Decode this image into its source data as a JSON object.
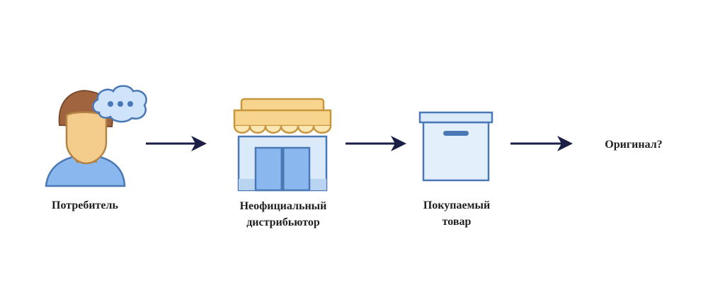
{
  "nodes": {
    "consumer": {
      "label": "Потребитель",
      "icon": "person-thinking-icon"
    },
    "distributor": {
      "label_line1": "Неофициальный",
      "label_line2": "дистрибьютор",
      "icon": "storefront-icon"
    },
    "product": {
      "label_line1": "Покупаемый",
      "label_line2": "товар",
      "icon": "box-icon"
    },
    "question": {
      "label": "Оригинал?"
    }
  },
  "edges": [
    {
      "from": "consumer",
      "to": "distributor"
    },
    {
      "from": "distributor",
      "to": "product"
    },
    {
      "from": "product",
      "to": "question"
    }
  ],
  "colors": {
    "arrow": "#1b1f45",
    "outline": "#4a78b6",
    "fill_light": "#dbeaf8",
    "awning": "#f7d58e",
    "awning_outline": "#c8963f",
    "skin": "#f4cd8c",
    "hair": "#a0643f"
  }
}
